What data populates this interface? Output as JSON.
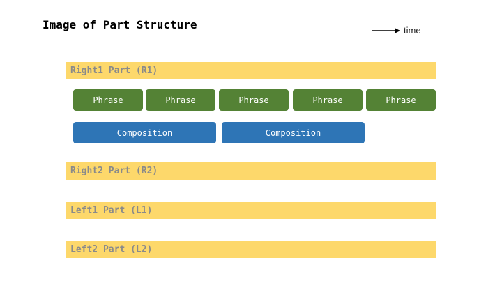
{
  "title": "Image of Part Structure",
  "legend": {
    "label": "time"
  },
  "parts": [
    {
      "label": "Right1 Part (R1)"
    },
    {
      "label": "Right2 Part (R2)"
    },
    {
      "label": "Left1 Part (L1)"
    },
    {
      "label": "Left2 Part (L2)"
    }
  ],
  "phrases": [
    "Phrase",
    "Phrase",
    "Phrase",
    "Phrase",
    "Phrase"
  ],
  "compositions": [
    "Composition",
    "Composition"
  ],
  "colors": {
    "part_bar": "#fdd86b",
    "phrase": "#548235",
    "composition": "#2e75b6"
  }
}
